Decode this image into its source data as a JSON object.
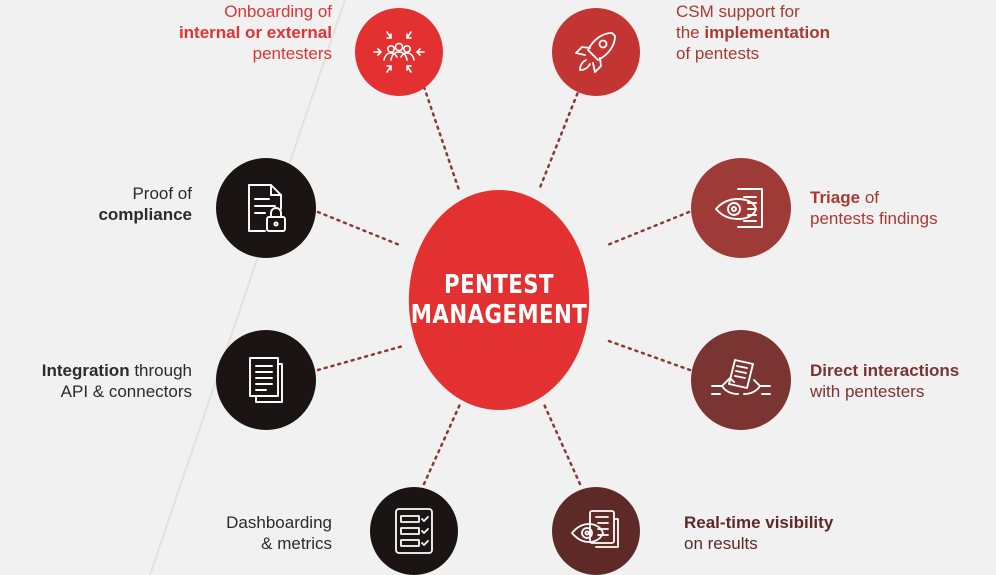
{
  "center": {
    "line1": "PENTEST",
    "line2": "MANAGEMENT"
  },
  "colors": {
    "center": "#e33030",
    "onboarding": "#e33030",
    "csm": "#c33532",
    "triage": "#9e3b36",
    "interactions": "#7a3431",
    "realtime": "#5e2a28",
    "dark_nodes": "#1b1414",
    "connector": "#8a3a36",
    "background": "#f1f1f1"
  },
  "nodes": {
    "onboarding": {
      "icon": "team-arrows-icon",
      "pre": "Onboarding of",
      "bold": "internal or external",
      "post": "pentesters"
    },
    "csm": {
      "icon": "rocket-icon",
      "pre": "CSM support for",
      "the": "the",
      "bold": "implementation",
      "post": "of pentests"
    },
    "triage": {
      "icon": "eye-document-icon",
      "bold": "Triage",
      "rest": "of",
      "post": "pentests findings"
    },
    "interactions": {
      "icon": "handshake-document-icon",
      "bold": "Direct interactions",
      "post": "with pentesters"
    },
    "realtime": {
      "icon": "eye-report-icon",
      "bold": "Real-time visibility",
      "post": "on results"
    },
    "dashboard": {
      "icon": "checklist-icon",
      "pre": "Dashboarding",
      "post": "& metrics"
    },
    "integration": {
      "icon": "documents-icon",
      "bold": "Integration",
      "rest": "through",
      "post": "API & connectors"
    },
    "compliance": {
      "icon": "lock-document-icon",
      "pre": "Proof of",
      "bold": "compliance"
    }
  }
}
